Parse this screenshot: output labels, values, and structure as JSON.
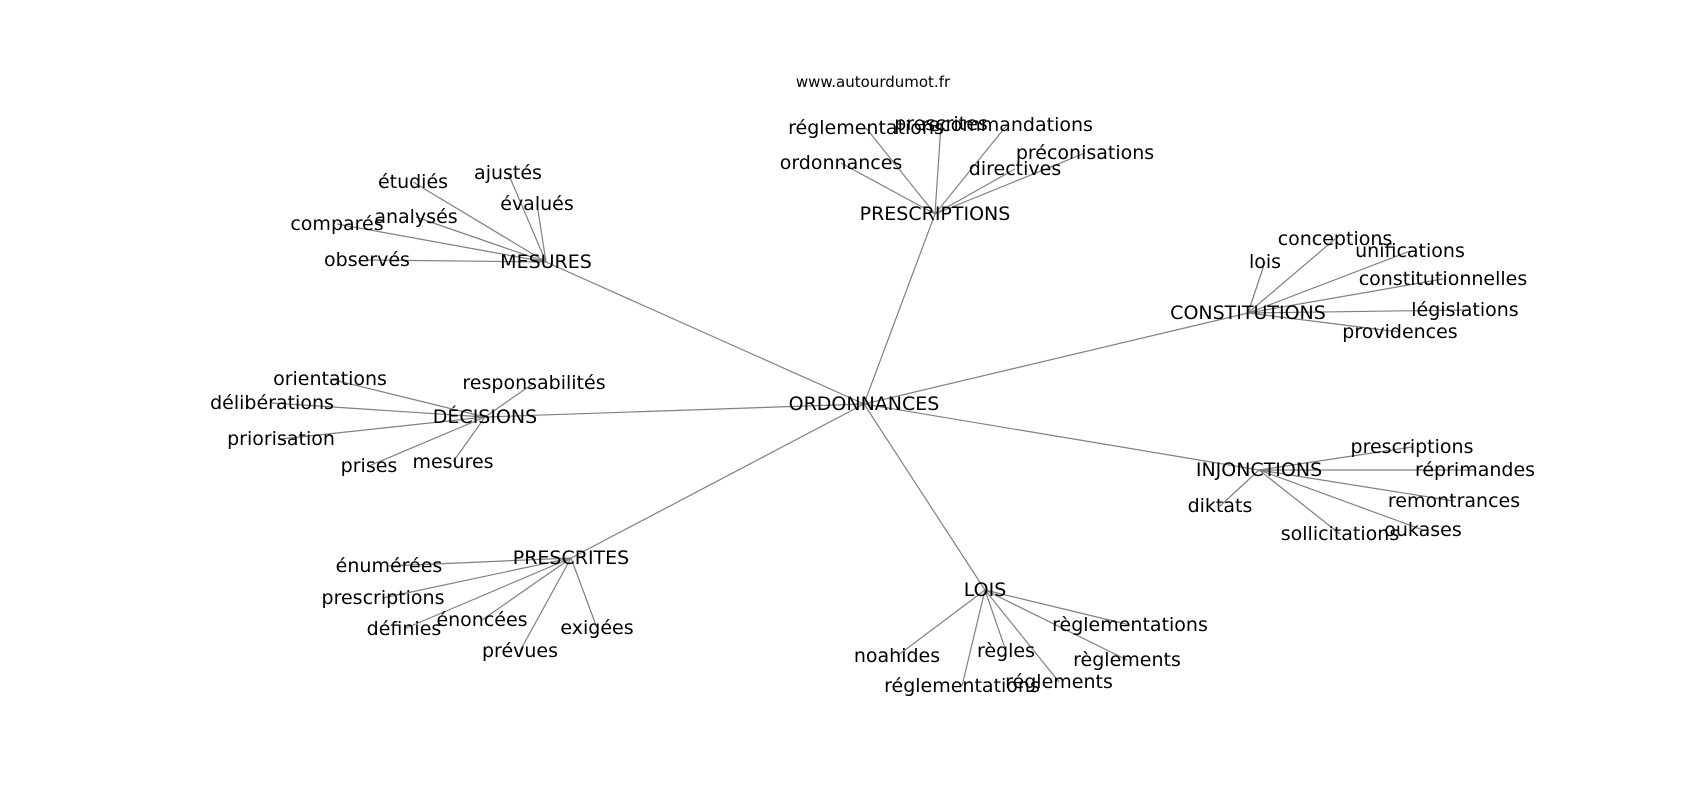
{
  "watermark": "www.autourdumot.fr",
  "center": "ORDONNANCES",
  "groups": [
    {
      "id": "prescriptions",
      "label": "PRESCRIPTIONS",
      "leaves": [
        "réglementations",
        "prescrites",
        "recommandations",
        "préconisations",
        "ordonnances",
        "directives"
      ]
    },
    {
      "id": "mesures",
      "label": "MESURES",
      "leaves": [
        "étudiés",
        "ajustés",
        "évalués",
        "analysés",
        "comparés",
        "observés"
      ]
    },
    {
      "id": "constitutions",
      "label": "CONSTITUTIONS",
      "leaves": [
        "conceptions",
        "lois",
        "unifications",
        "constitutionnelles",
        "législations",
        "providences"
      ]
    },
    {
      "id": "decisions",
      "label": "DÉCISIONS",
      "leaves": [
        "orientations",
        "responsabilités",
        "délibérations",
        "priorisation",
        "prises",
        "mesures"
      ]
    },
    {
      "id": "injonctions",
      "label": "INJONCTIONS",
      "leaves": [
        "prescriptions",
        "réprimandes",
        "diktats",
        "remontrances",
        "sollicitations",
        "oukases"
      ]
    },
    {
      "id": "prescrites",
      "label": "PRESCRITES",
      "leaves": [
        "énumérées",
        "prescriptions",
        "énoncées",
        "définies",
        "exigées",
        "prévues"
      ]
    },
    {
      "id": "lois",
      "label": "LOIS",
      "leaves": [
        "règlementations",
        "noahides",
        "règles",
        "règlements",
        "réglementations",
        "réglements"
      ]
    }
  ]
}
